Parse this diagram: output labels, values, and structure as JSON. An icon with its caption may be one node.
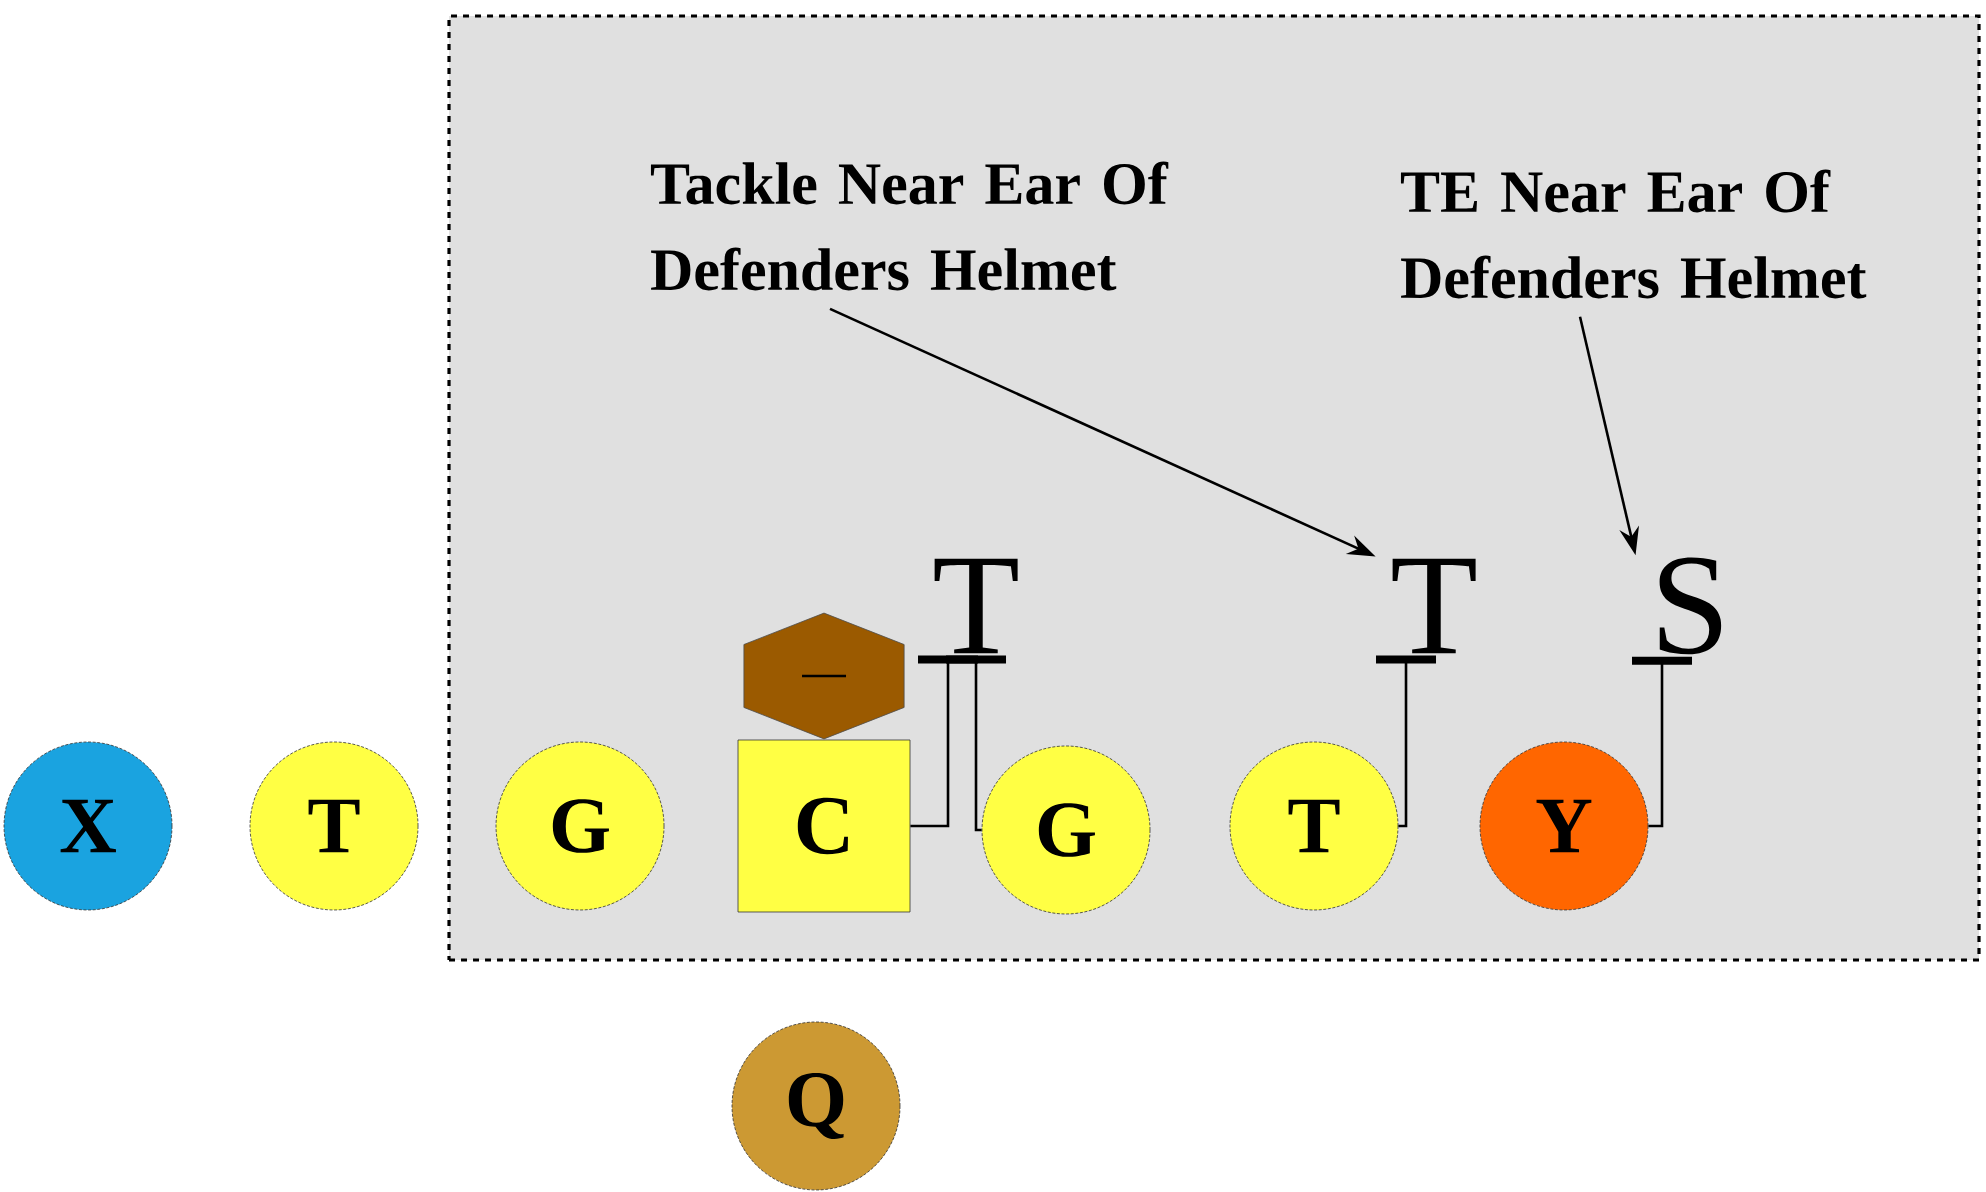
{
  "diagram": {
    "nodes": [
      {
        "text": [],
        "shape": "box"
      },
      {
        "text": [
          "X"
        ]
      },
      {
        "text": [
          "T"
        ]
      },
      {
        "text": [
          "G"
        ],
        "in": 0
      },
      {
        "text": [],
        "shape": "hexagon",
        "in": 0
      },
      {
        "text": [
          "C"
        ],
        "in": 0
      },
      {
        "text": [
          "G"
        ],
        "in": 0
      },
      {
        "text": [
          "T"
        ],
        "in": 0
      },
      {
        "text": [
          "Y"
        ],
        "in": 0
      },
      {
        "text": [
          "T"
        ],
        "in": 0
      },
      {
        "text": [
          "T"
        ],
        "in": 0
      },
      {
        "text": [
          "S"
        ],
        "in": 0
      },
      {
        "text": [
          "Q"
        ]
      },
      {
        "text": [
          "Tackle Near Ear Of Defenders Helmet"
        ],
        "in": 0
      },
      {
        "text": [
          "TE Near Ear Of Defenders Helmet"
        ],
        "in": 0
      }
    ],
    "edges": [
      {
        "from": 5,
        "to": 9,
        "arrow": "other"
      },
      {
        "from": 6,
        "to": 9,
        "arrow": "other"
      },
      {
        "from": 7,
        "to": 10,
        "arrow": "other"
      },
      {
        "from": 8,
        "to": 11,
        "arrow": "other"
      },
      {
        "from": 13,
        "to": 10,
        "arrow": "to"
      },
      {
        "from": 14,
        "to": 11,
        "arrow": "to"
      }
    ]
  }
}
